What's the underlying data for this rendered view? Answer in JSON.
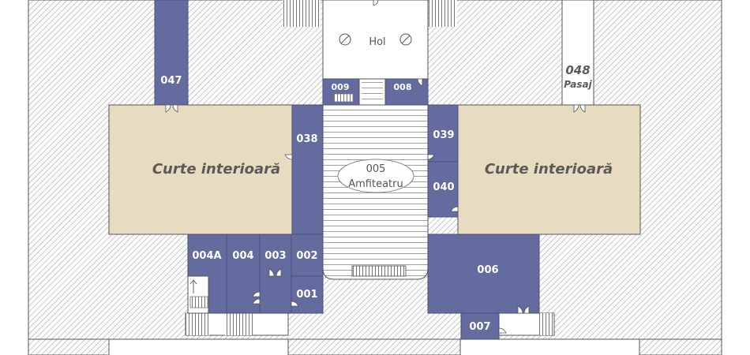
{
  "map": {
    "colors": {
      "room": "#646b9e",
      "courtyard": "#e8dcc0",
      "hatch_line": "#9a9a9a",
      "outline": "#555555",
      "floor": "#ffffff"
    },
    "hall_label": "Hol",
    "amphitheatre": {
      "number": "005",
      "name": "Amfiteatru"
    },
    "courtyards": {
      "left": "Curte interioară",
      "right": "Curte interioară"
    },
    "passage": {
      "number": "048",
      "name": "Pasaj"
    },
    "rooms": {
      "r047": "047",
      "r009": "009",
      "r008": "008",
      "r038": "038",
      "r039": "039",
      "r040": "040",
      "r004A": "004A",
      "r004": "004",
      "r003": "003",
      "r002": "002",
      "r001": "001",
      "r006": "006",
      "r007": "007"
    },
    "icons": [
      "door-icon",
      "stairs-icon",
      "column-icon",
      "elevator-icon"
    ]
  }
}
